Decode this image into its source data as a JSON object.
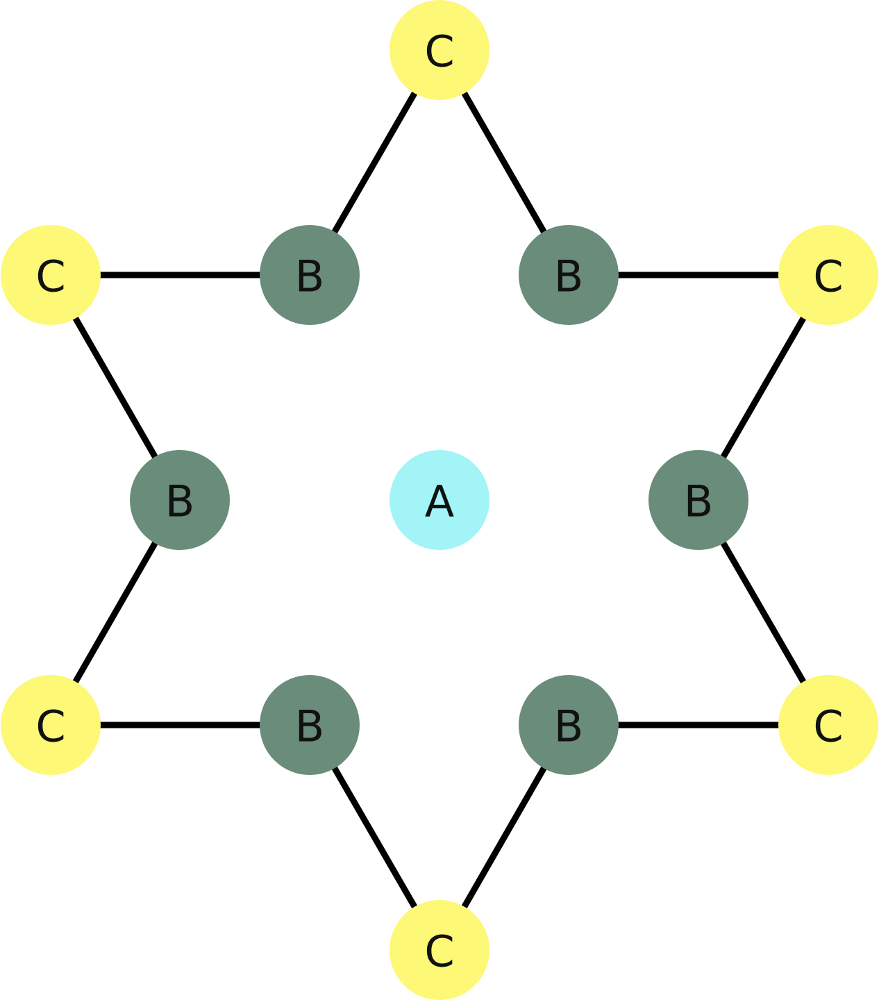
{
  "colors": {
    "center": "#a3f4f7",
    "inner": "#6a8c7a",
    "outer": "#fdf875",
    "edge": "#000000",
    "label": "#111111"
  },
  "nodes": [
    {
      "id": "a",
      "label": "A",
      "kind": "center"
    },
    {
      "id": "c1",
      "label": "C",
      "kind": "outer"
    },
    {
      "id": "c2",
      "label": "C",
      "kind": "outer"
    },
    {
      "id": "c3",
      "label": "C",
      "kind": "outer"
    },
    {
      "id": "c4",
      "label": "C",
      "kind": "outer"
    },
    {
      "id": "c5",
      "label": "C",
      "kind": "outer"
    },
    {
      "id": "c6",
      "label": "C",
      "kind": "outer"
    },
    {
      "id": "b1",
      "label": "B",
      "kind": "inner"
    },
    {
      "id": "b2",
      "label": "B",
      "kind": "inner"
    },
    {
      "id": "b3",
      "label": "B",
      "kind": "inner"
    },
    {
      "id": "b4",
      "label": "B",
      "kind": "inner"
    },
    {
      "id": "b5",
      "label": "B",
      "kind": "inner"
    },
    {
      "id": "b6",
      "label": "B",
      "kind": "inner"
    }
  ],
  "edges": [
    [
      "c1",
      "b1"
    ],
    [
      "c1",
      "b2"
    ],
    [
      "b2",
      "c2"
    ],
    [
      "c2",
      "b3"
    ],
    [
      "b3",
      "c3"
    ],
    [
      "c3",
      "b4"
    ],
    [
      "b4",
      "c4"
    ],
    [
      "c4",
      "b5"
    ],
    [
      "b5",
      "c5"
    ],
    [
      "c5",
      "b6"
    ],
    [
      "b6",
      "c6"
    ],
    [
      "c6",
      "b1"
    ]
  ]
}
